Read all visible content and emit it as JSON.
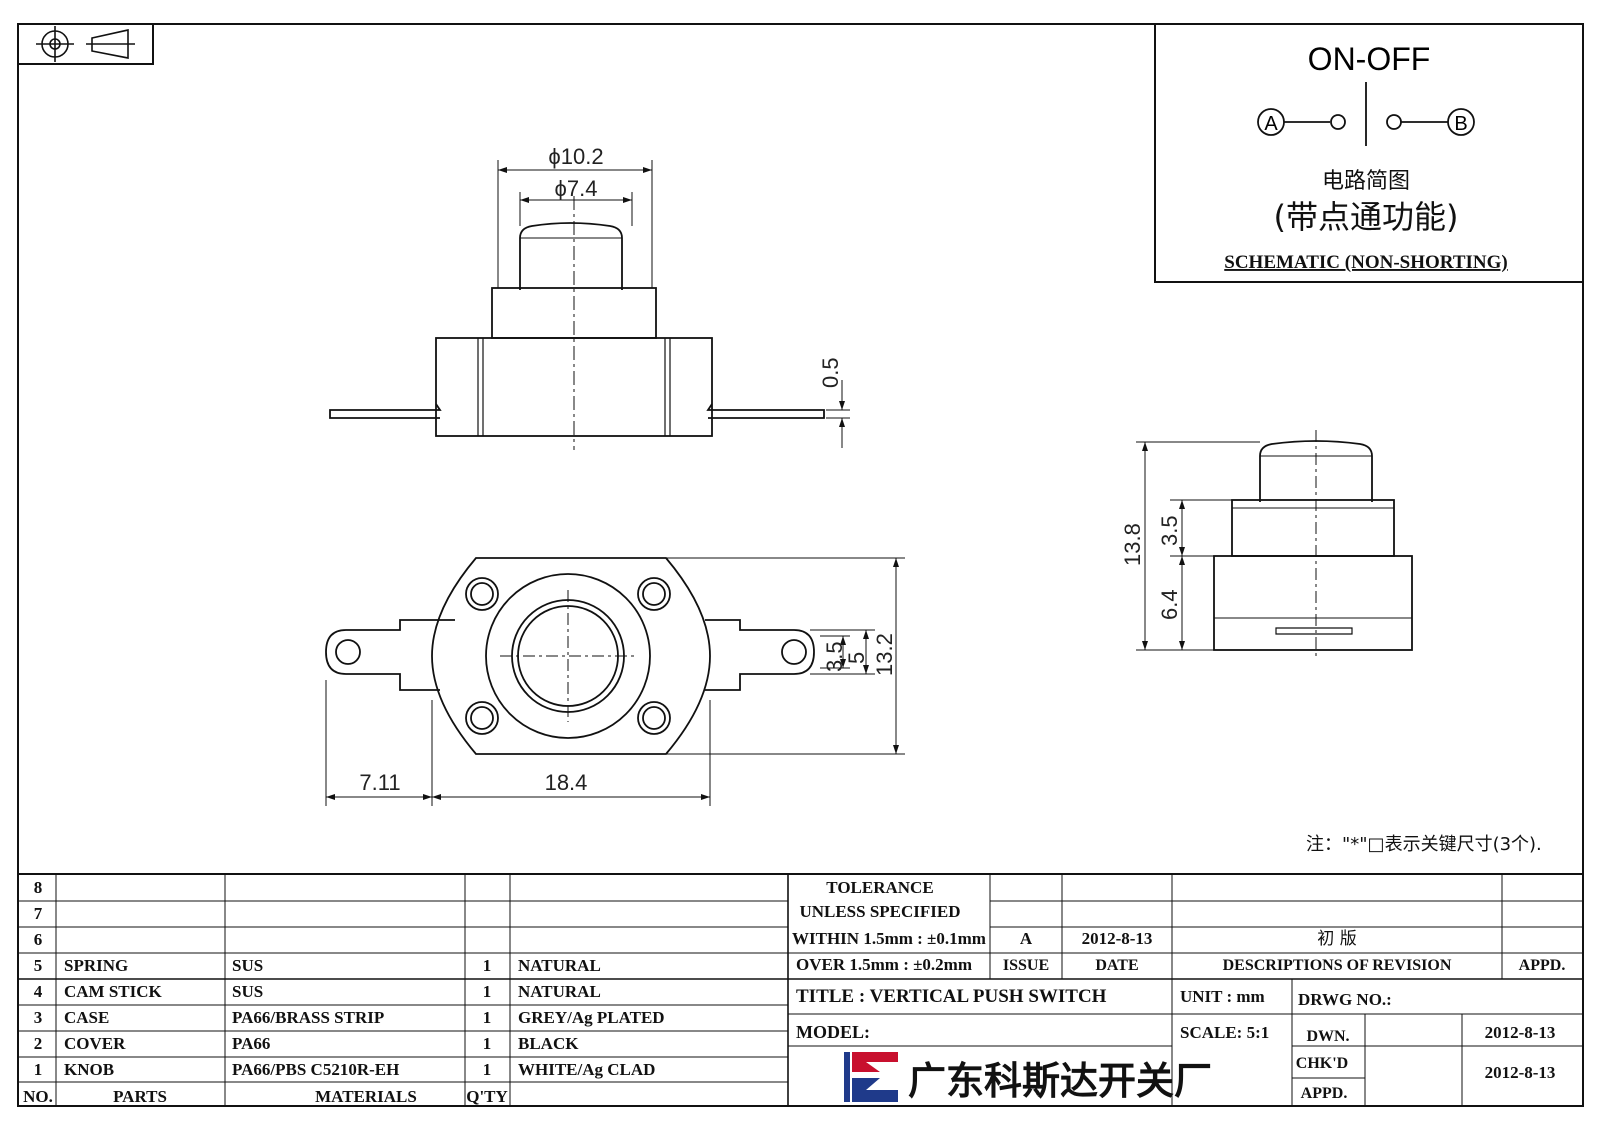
{
  "schematic": {
    "title": "ON-OFF",
    "terminal_a": "A",
    "terminal_b": "B",
    "cn_line1": "电路简图",
    "cn_line2": "(带点通功能)",
    "caption": "SCHEMATIC (NON-SHORTING)"
  },
  "dimensions": {
    "knob_outer": "ϕ10.2",
    "knob_inner": "ϕ7.4",
    "tab_thickness": "0.5",
    "left_tab": "7.11",
    "body_width": "18.4",
    "hole_spacing": "3.5",
    "body_inner": "5",
    "body_height": "13.2",
    "total_height": "13.8",
    "cap_height": "3.5",
    "base_height": "6.4"
  },
  "note": "注：\"*\"□表示关键尺寸(3个).",
  "parts_table": {
    "header": {
      "no": "NO.",
      "parts": "PARTS",
      "materials": "MATERIALS",
      "qty": "Q'TY"
    },
    "rows": [
      {
        "no": "8",
        "part": "",
        "material": "",
        "qty": "",
        "finish": ""
      },
      {
        "no": "7",
        "part": "",
        "material": "",
        "qty": "",
        "finish": ""
      },
      {
        "no": "6",
        "part": "",
        "material": "",
        "qty": "",
        "finish": ""
      },
      {
        "no": "5",
        "part": "SPRING",
        "material": "SUS",
        "qty": "1",
        "finish": "NATURAL"
      },
      {
        "no": "4",
        "part": "CAM STICK",
        "material": "SUS",
        "qty": "1",
        "finish": "NATURAL"
      },
      {
        "no": "3",
        "part": "CASE",
        "material": "PA66/BRASS STRIP",
        "qty": "1",
        "finish": "GREY/Ag PLATED"
      },
      {
        "no": "2",
        "part": "COVER",
        "material": "PA66",
        "qty": "1",
        "finish": "BLACK"
      },
      {
        "no": "1",
        "part": "KNOB",
        "material": "PA66/PBS C5210R-EH",
        "qty": "1",
        "finish": "WHITE/Ag CLAD"
      }
    ]
  },
  "tolerance": {
    "line1": "TOLERANCE",
    "line2": "UNLESS SPECIFIED",
    "line3": "WITHIN 1.5mm : ±0.1mm",
    "line4": "OVER 1.5mm : ±0.2mm"
  },
  "revision": {
    "issue": "A",
    "date": "2012-8-13",
    "description": "初 版",
    "issue_label": "ISSUE",
    "date_label": "DATE",
    "desc_label": "DESCRIPTIONS OF REVISION",
    "appd_label": "APPD."
  },
  "title_block": {
    "title": "TITLE :  VERTICAL PUSH SWITCH",
    "unit": "UNIT :  mm",
    "drwg": "DRWG NO.:",
    "model": "MODEL:",
    "scale": "SCALE:  5:1",
    "dwn_label": "DWN.",
    "dwn_date": "2012-8-13",
    "chkd_label": "CHK'D",
    "appd_label": "APPD.",
    "chkd_date": "2012-8-13",
    "company": "广东科斯达开关厂"
  },
  "colors": {
    "line": "#111111",
    "logo_blue": "#1f3a8a",
    "logo_red": "#c8102e"
  }
}
